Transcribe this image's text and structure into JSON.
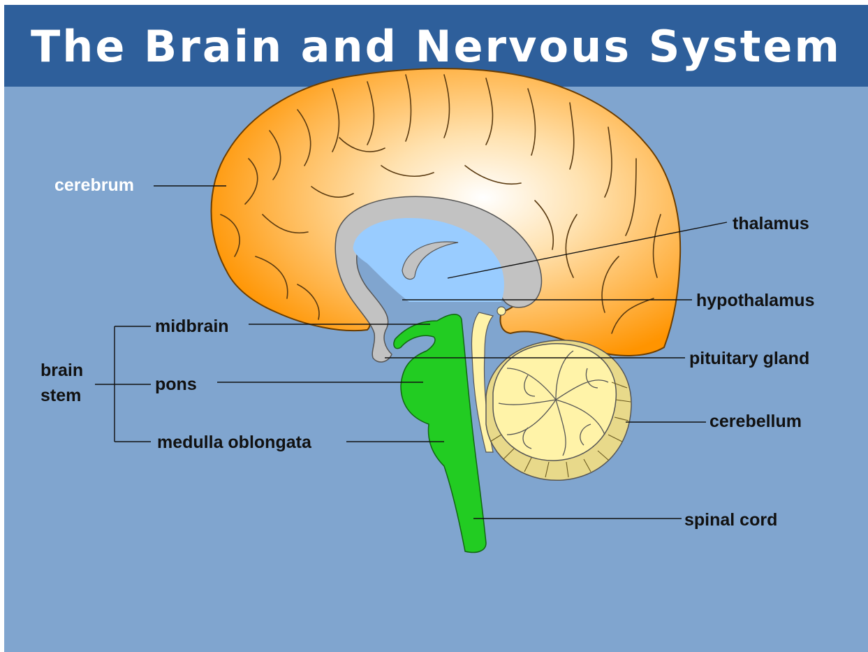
{
  "title": "The Brain and Nervous System",
  "labels": {
    "cerebrum": "cerebrum",
    "thalamus": "thalamus",
    "hypothalamus": "hypothalamus",
    "midbrain": "midbrain",
    "brain_stem": "brain stem",
    "pons": "pons",
    "medulla_oblongata": "medulla oblongata",
    "pituitary_gland": "pituitary gland",
    "cerebellum": "cerebellum",
    "spinal_cord": "spinal cord"
  },
  "colors": {
    "header": "#2e5f9b",
    "background": "#80a5cf",
    "cerebrum": "#ff9900",
    "brain_stem": "#22cc22",
    "cerebellum": "#fff3a8",
    "ventricle": "#99ccff",
    "corpus_callosum": "#c0c0c0"
  }
}
